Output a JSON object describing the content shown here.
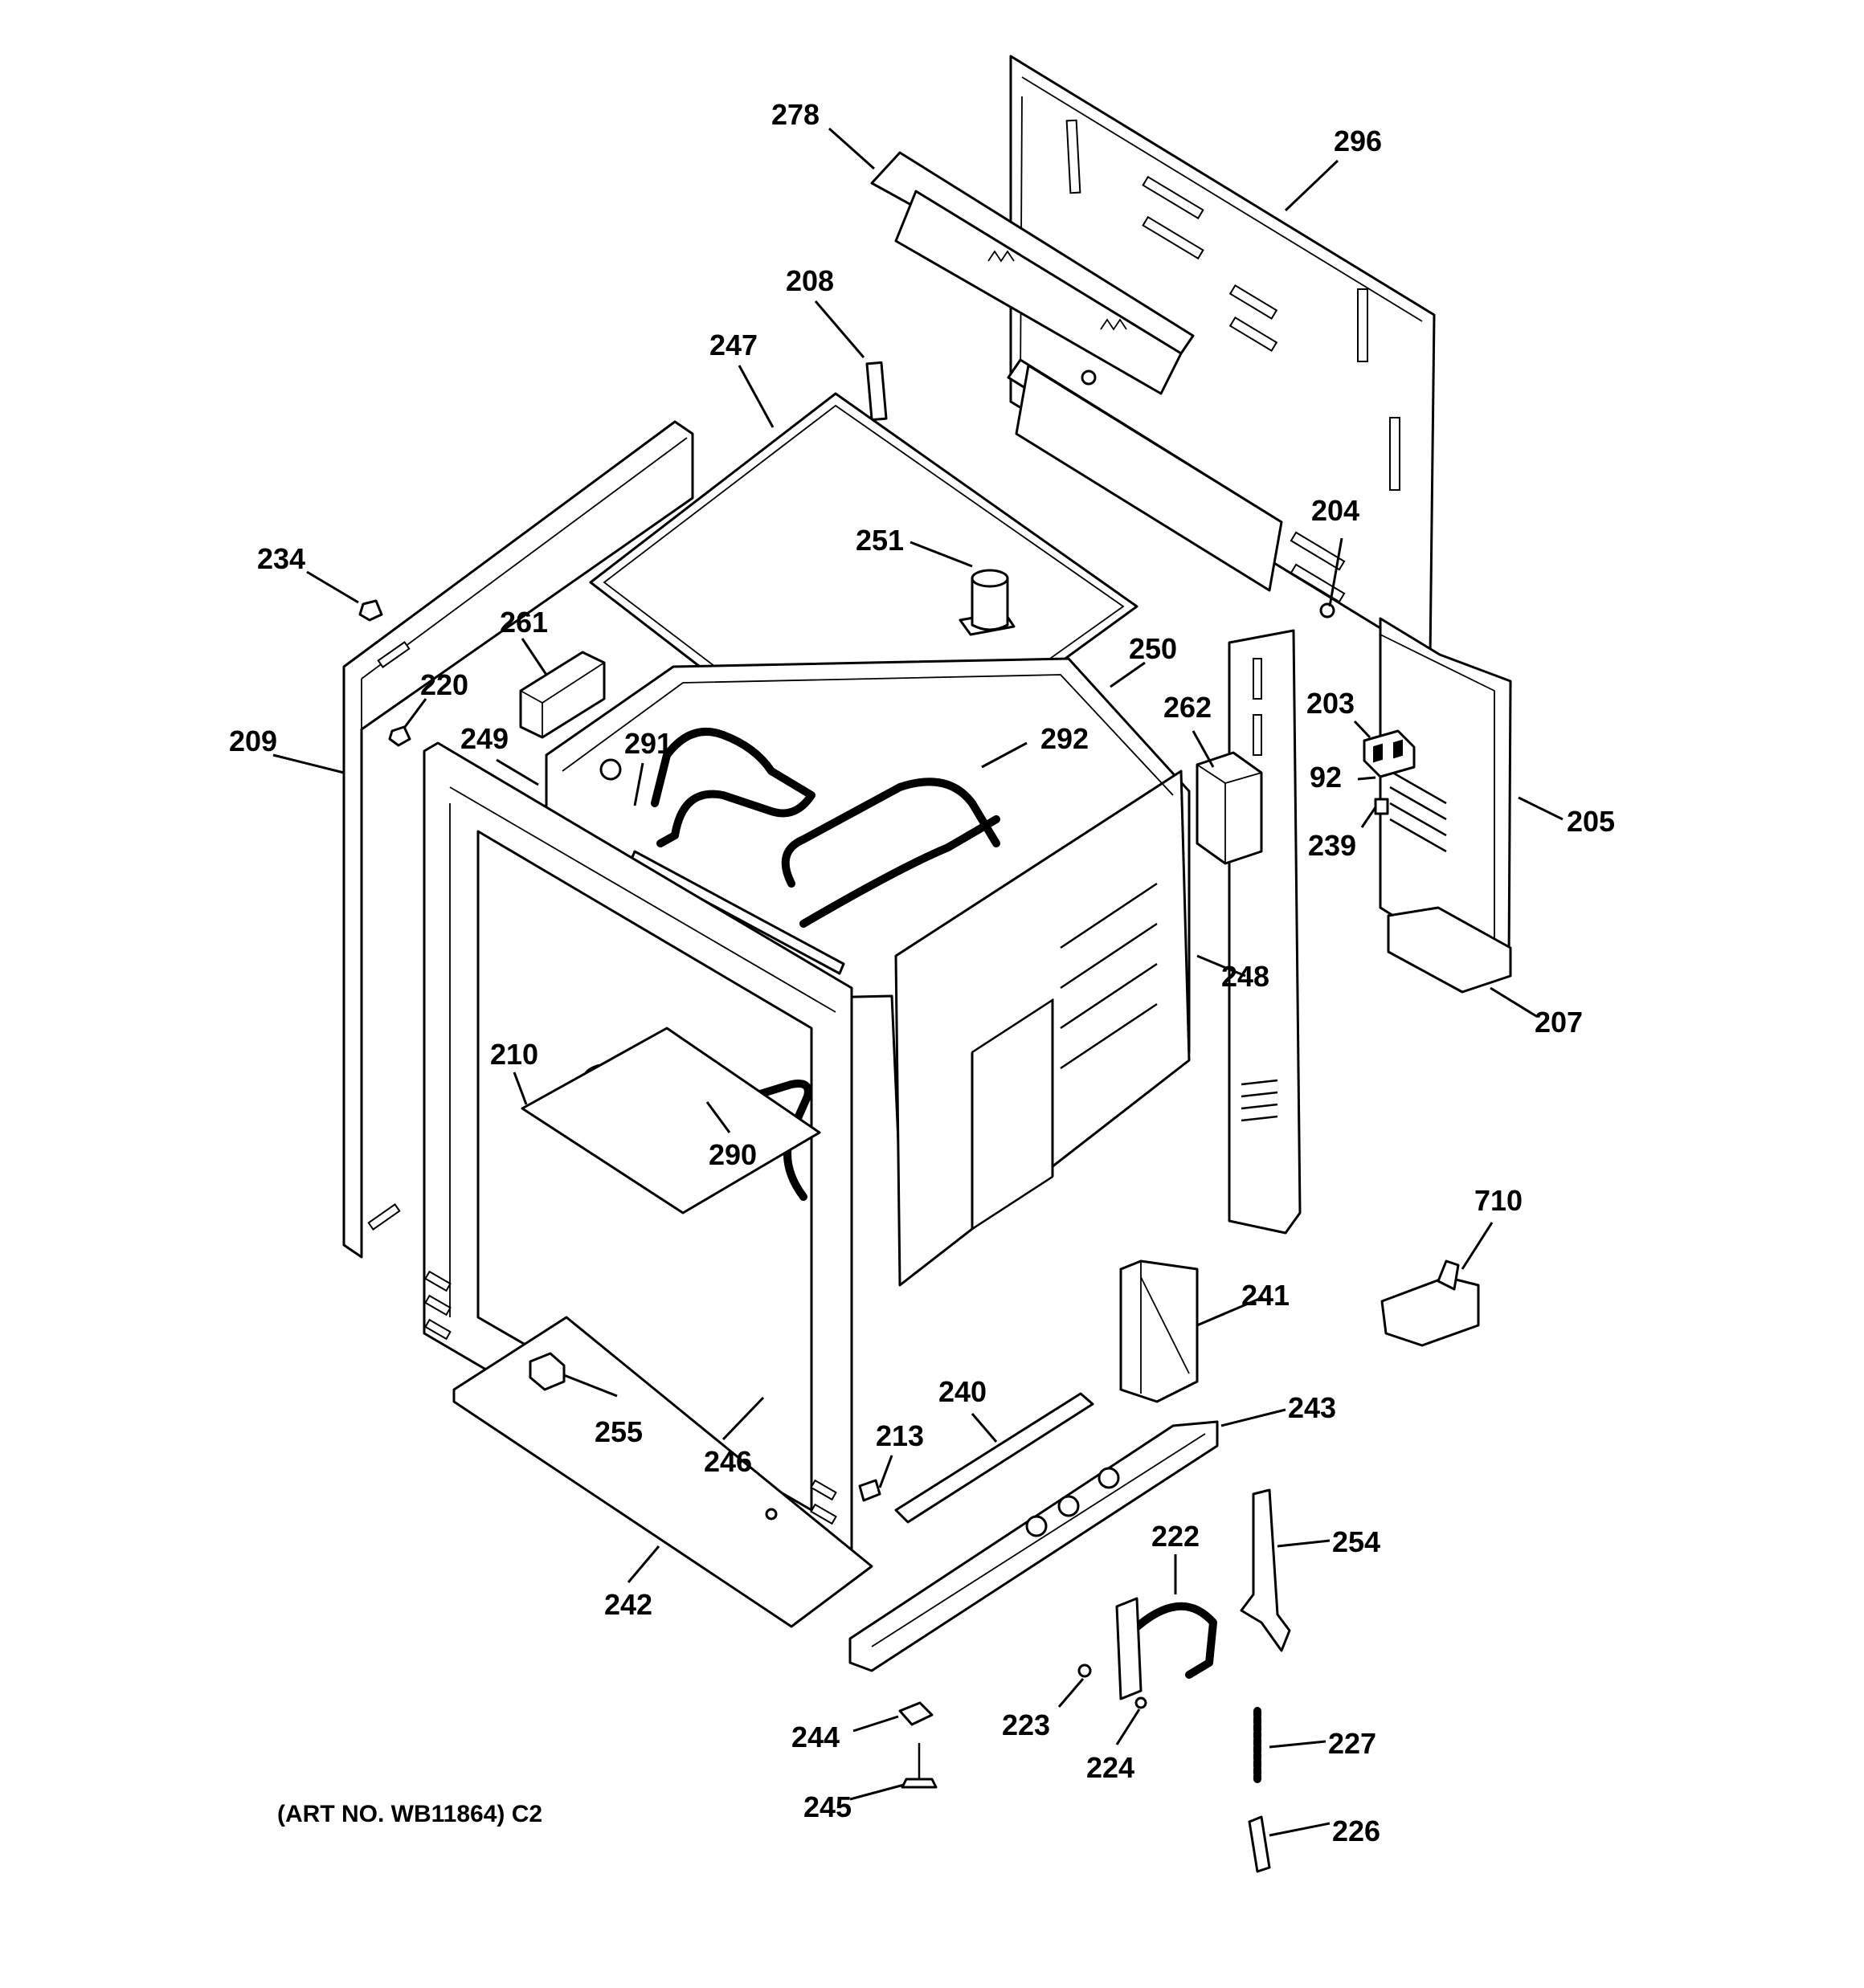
{
  "diagram": {
    "art_number": "(ART NO. WB11864) C2",
    "callouts": [
      {
        "id": "278",
        "label": "278"
      },
      {
        "id": "296",
        "label": "296"
      },
      {
        "id": "208",
        "label": "208"
      },
      {
        "id": "247",
        "label": "247"
      },
      {
        "id": "251",
        "label": "251"
      },
      {
        "id": "204",
        "label": "204"
      },
      {
        "id": "234",
        "label": "234"
      },
      {
        "id": "261",
        "label": "261"
      },
      {
        "id": "250",
        "label": "250"
      },
      {
        "id": "220",
        "label": "220"
      },
      {
        "id": "262",
        "label": "262"
      },
      {
        "id": "203",
        "label": "203"
      },
      {
        "id": "209",
        "label": "209"
      },
      {
        "id": "249",
        "label": "249"
      },
      {
        "id": "291",
        "label": "291"
      },
      {
        "id": "292",
        "label": "292"
      },
      {
        "id": "92",
        "label": "92"
      },
      {
        "id": "205",
        "label": "205"
      },
      {
        "id": "239",
        "label": "239"
      },
      {
        "id": "248",
        "label": "248"
      },
      {
        "id": "207",
        "label": "207"
      },
      {
        "id": "210",
        "label": "210"
      },
      {
        "id": "290",
        "label": "290"
      },
      {
        "id": "710",
        "label": "710"
      },
      {
        "id": "241",
        "label": "241"
      },
      {
        "id": "240",
        "label": "240"
      },
      {
        "id": "243",
        "label": "243"
      },
      {
        "id": "213",
        "label": "213"
      },
      {
        "id": "255",
        "label": "255"
      },
      {
        "id": "246",
        "label": "246"
      },
      {
        "id": "222",
        "label": "222"
      },
      {
        "id": "254",
        "label": "254"
      },
      {
        "id": "242",
        "label": "242"
      },
      {
        "id": "244",
        "label": "244"
      },
      {
        "id": "223",
        "label": "223"
      },
      {
        "id": "227",
        "label": "227"
      },
      {
        "id": "224",
        "label": "224"
      },
      {
        "id": "245",
        "label": "245"
      },
      {
        "id": "226",
        "label": "226"
      }
    ]
  }
}
